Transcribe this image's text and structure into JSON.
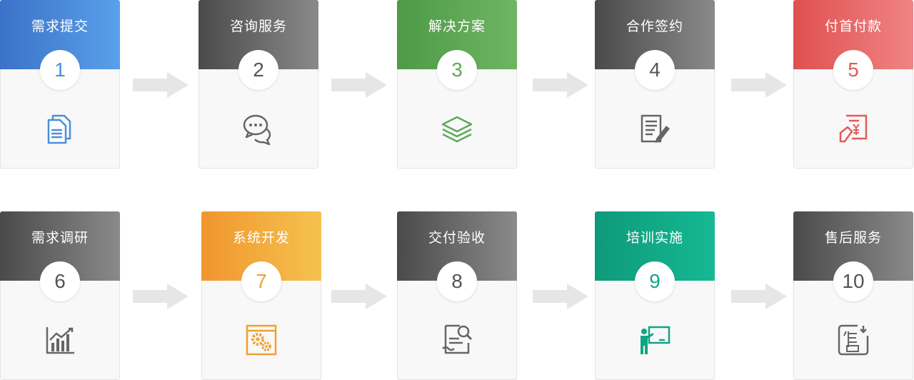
{
  "steps": [
    {
      "title": "需求提交",
      "number": "1",
      "icon": "documents-icon",
      "accent": "#4a8fdc",
      "grad": [
        "#3a72c8",
        "#5aa0ea"
      ]
    },
    {
      "title": "咨询服务",
      "number": "2",
      "icon": "chat-bubbles-icon",
      "accent": "#555555",
      "grad": [
        "#4a4a4a",
        "#8a8a8a"
      ]
    },
    {
      "title": "解决方案",
      "number": "3",
      "icon": "layers-icon",
      "accent": "#5fa85a",
      "grad": [
        "#4d9a47",
        "#6fb563"
      ]
    },
    {
      "title": "合作签约",
      "number": "4",
      "icon": "contract-pen-icon",
      "accent": "#555555",
      "grad": [
        "#4a4a4a",
        "#8a8a8a"
      ]
    },
    {
      "title": "付首付款",
      "number": "5",
      "icon": "payment-yen-icon",
      "accent": "#e45a5a",
      "grad": [
        "#e05050",
        "#f08484"
      ]
    },
    {
      "title": "需求调研",
      "number": "6",
      "icon": "bar-chart-icon",
      "accent": "#555555",
      "grad": [
        "#4a4a4a",
        "#8a8a8a"
      ]
    },
    {
      "title": "系统开发",
      "number": "7",
      "icon": "gears-window-icon",
      "accent": "#f0a030",
      "grad": [
        "#f0962e",
        "#f5c24d"
      ]
    },
    {
      "title": "交付验收",
      "number": "8",
      "icon": "document-search-icon",
      "accent": "#555555",
      "grad": [
        "#4a4a4a",
        "#8a8a8a"
      ]
    },
    {
      "title": "培训实施",
      "number": "9",
      "icon": "training-board-icon",
      "accent": "#12a585",
      "grad": [
        "#0e9a7a",
        "#16b893"
      ]
    },
    {
      "title": "售后服务",
      "number": "10",
      "icon": "after-sales-icon",
      "accent": "#555555",
      "grad": [
        "#4a4a4a",
        "#8a8a8a"
      ]
    }
  ]
}
